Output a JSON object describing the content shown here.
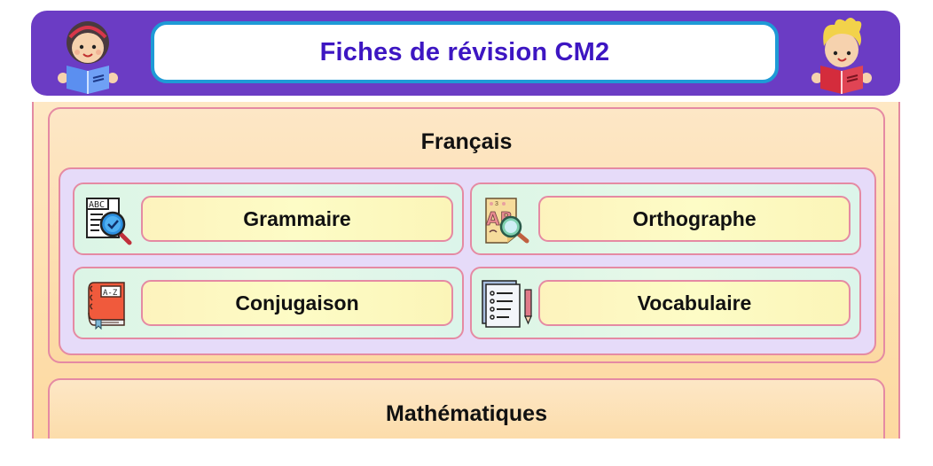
{
  "header": {
    "title": "Fiches de révision CM2",
    "left_avatar": "girl-reading-icon",
    "right_avatar": "boy-reading-icon"
  },
  "sections": [
    {
      "title": "Français",
      "items": [
        {
          "label": "Grammaire",
          "icon": "abc-magnifier-icon"
        },
        {
          "label": "Orthographe",
          "icon": "ab-letters-magnifier-icon"
        },
        {
          "label": "Conjugaison",
          "icon": "a-z-book-icon"
        },
        {
          "label": "Vocabulaire",
          "icon": "checklist-pencil-icon"
        }
      ]
    },
    {
      "title": "Mathématiques",
      "items": []
    }
  ],
  "colors": {
    "header_bg": "#6b3cc4",
    "title_border": "#1e9ad6",
    "title_text": "#3d16c2",
    "border_pink": "#e58aa3",
    "section_bg": "#fde0b0",
    "inner_bg": "#e6dbf9",
    "card_bg": "#dbf5e6",
    "pill_bg": "#fdf8c0"
  }
}
